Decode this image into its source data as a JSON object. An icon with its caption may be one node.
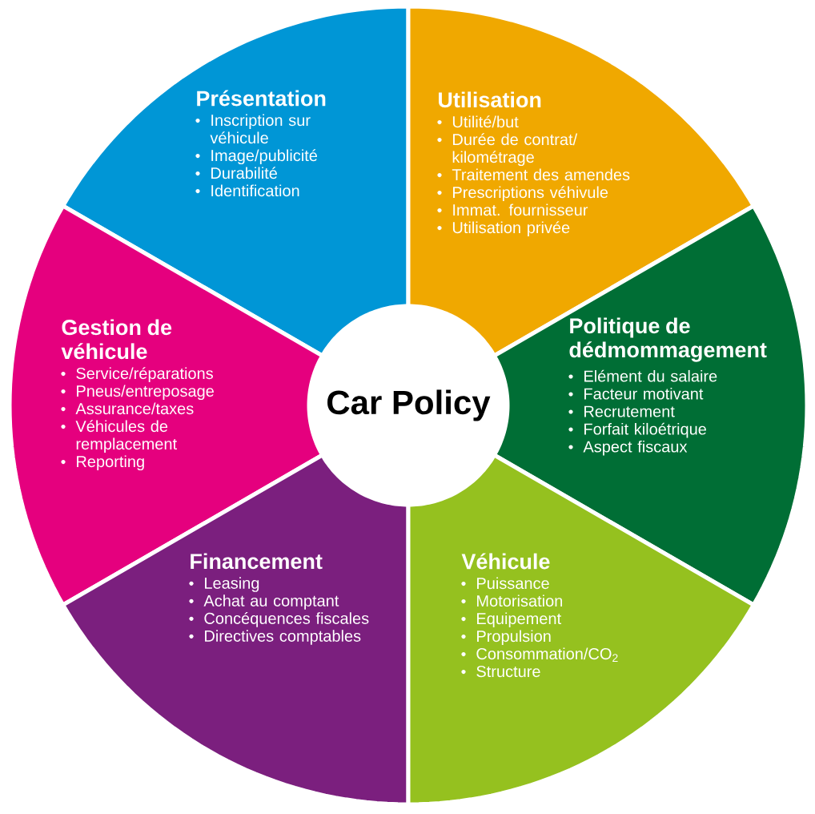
{
  "diagram": {
    "nodes": [
      {
        "text": [
          "Présentation",
          "Inscription sur véhicule",
          "Image/publicité",
          "Durabilité",
          "Identification"
        ]
      },
      {
        "text": [
          "Utilisation",
          "Utilité/but",
          "Durée de contrat/ kilométrage",
          "Traitement des amendes",
          "Prescriptions véhivule",
          "Immat. fournisseur",
          "Utilisation privée"
        ]
      },
      {
        "text": [
          "Gestion de véhicule",
          "Service/réparations",
          "Pneus/entreposage",
          "Assurance/taxes",
          "Véhicules de remplacement",
          "Reporting"
        ]
      },
      {
        "text": [
          "Politique de dédmommagement",
          "Elément du salaire",
          "Facteur motivant",
          "Recrutement",
          "Forfait kiloétrique",
          "Aspect fiscaux"
        ]
      },
      {
        "text": [
          "Car Policy"
        ]
      },
      {
        "text": [
          "Financement",
          "Leasing",
          "Achat au comptant",
          "Concéquences fiscales",
          "Directives comptables"
        ]
      },
      {
        "text": [
          "Véhicule",
          "Puissance",
          "Motorisation",
          "Equipement",
          "Propulsion",
          "Consommation/CO$_{2}$",
          "Structure"
        ]
      }
    ]
  }
}
